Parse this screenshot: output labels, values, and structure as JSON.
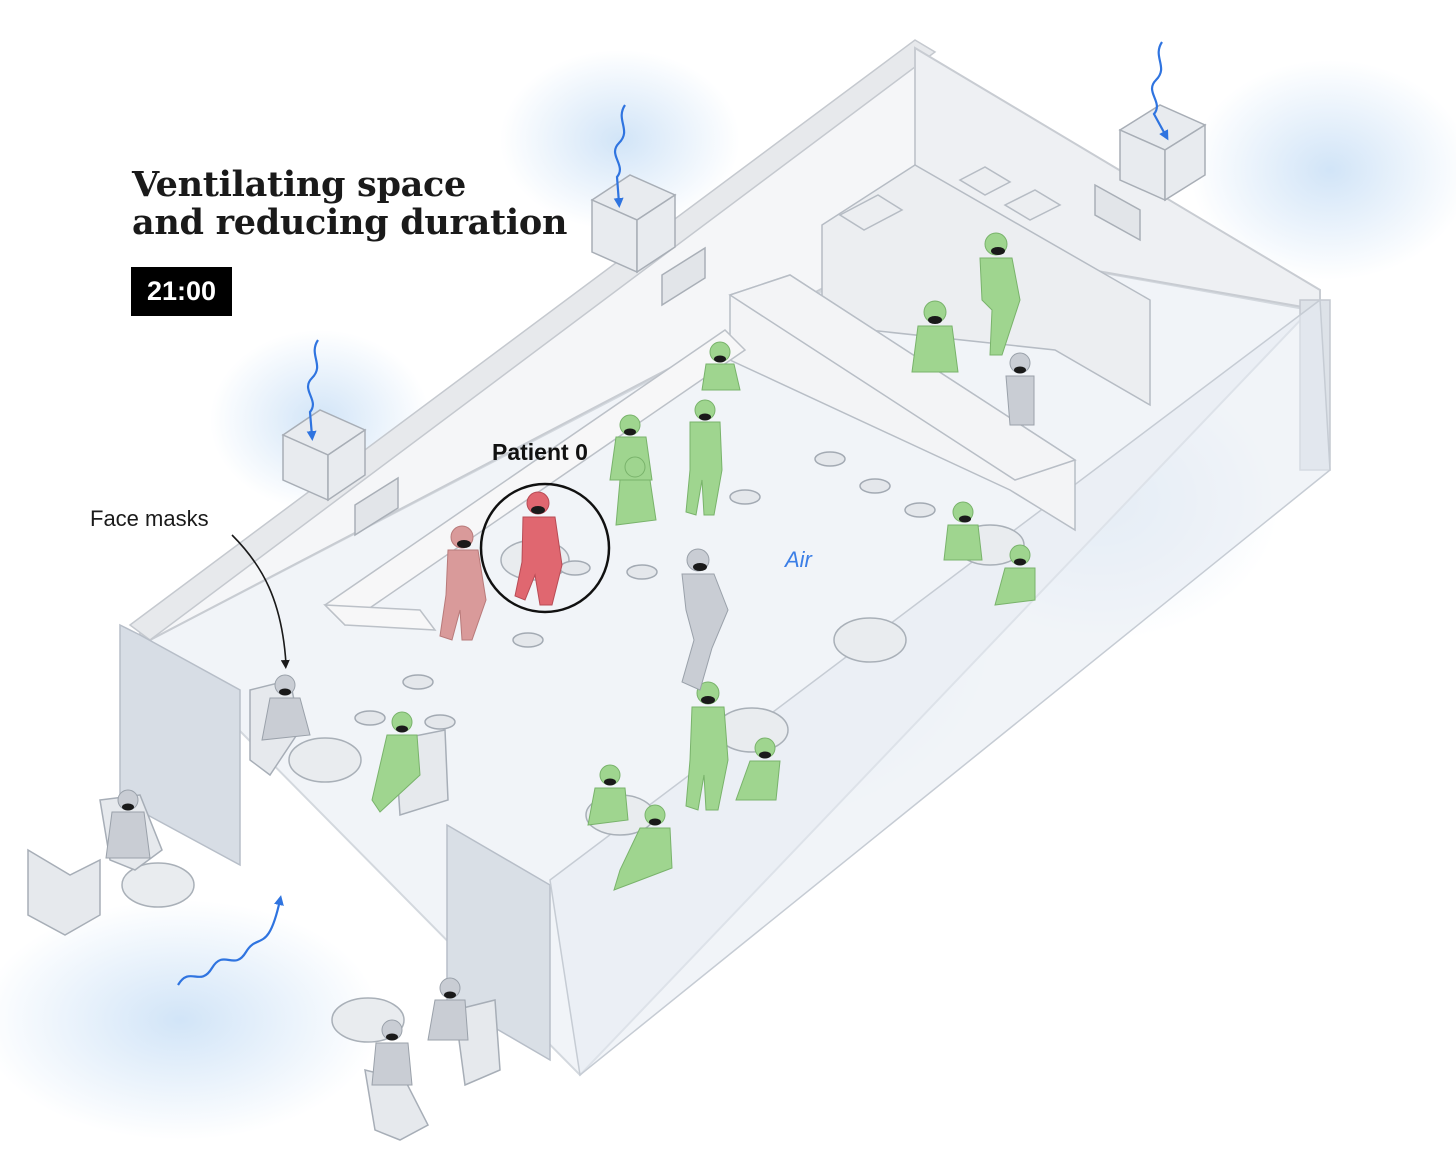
{
  "title": {
    "line1": "Ventilating space",
    "line2": "and reducing duration"
  },
  "time": "21:00",
  "labels": {
    "face_masks": "Face masks",
    "patient_zero": "Patient 0",
    "air": "Air"
  },
  "colors": {
    "infected": "#e06770",
    "exposed": "#d99a9a",
    "healthy": "#9fd58f",
    "neutral": "#c9cdd4",
    "air_arrow": "#2f74e0",
    "airflow_glow": "#cfe3f7"
  },
  "icons": [
    "air-inflow-arrow-icon",
    "ventilation-unit-icon",
    "face-mask-icon",
    "person-icon"
  ]
}
